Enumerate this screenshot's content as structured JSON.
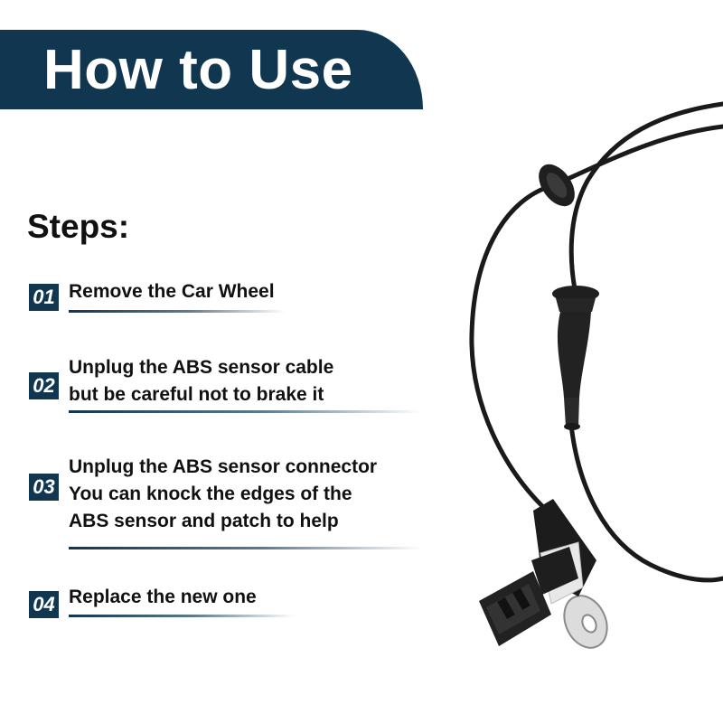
{
  "banner": {
    "title": "How to Use"
  },
  "steps_heading": "Steps:",
  "steps": [
    {
      "number": "01",
      "lines": [
        "Remove the Car Wheel"
      ]
    },
    {
      "number": "02",
      "lines": [
        "Unplug the ABS sensor cable",
        "but be careful not to brake it"
      ]
    },
    {
      "number": "03",
      "lines": [
        "Unplug the ABS sensor connector",
        "You can knock the edges of the",
        "ABS sensor and patch to help"
      ]
    },
    {
      "number": "04",
      "lines": [
        "Replace the new one"
      ]
    }
  ],
  "colors": {
    "banner": "#11364f",
    "text": "#111111",
    "cable": "#1a1a1a"
  }
}
